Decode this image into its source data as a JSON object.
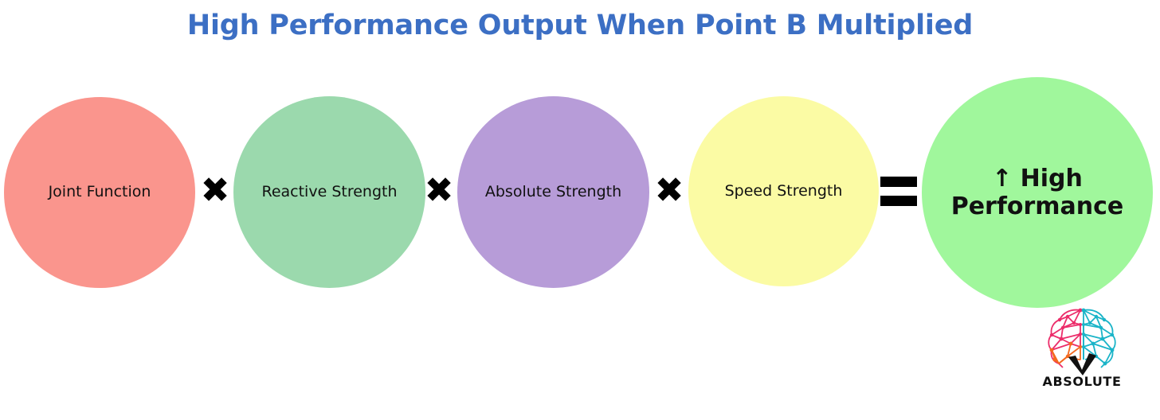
{
  "title": "High Performance Output When Point B Multiplied",
  "colors": {
    "title_blue": "#3c6fc4",
    "joint_function": "#fa958d",
    "reactive_strength": "#9bd9ad",
    "absolute_strength": "#b79cd8",
    "speed_strength": "#fbfba4",
    "high_performance": "#a0f79c",
    "operator_black": "#000000",
    "logo_pink": "#ec2d6a",
    "logo_orange": "#f4691f",
    "logo_teal": "#1ab4c8"
  },
  "equation": {
    "nodes": [
      {
        "id": "joint-function",
        "label": "Joint Function",
        "color": "#fa958d"
      },
      {
        "id": "reactive-strength",
        "label": "Reactive Strength",
        "color": "#9bd9ad"
      },
      {
        "id": "absolute-strength",
        "label": "Absolute Strength",
        "color": "#b79cd8"
      },
      {
        "id": "speed-strength",
        "label": "Speed Strength",
        "color": "#fbfba4"
      },
      {
        "id": "high-performance",
        "label": "↑ High\nPerformance",
        "color": "#a0f79c"
      }
    ],
    "operators": [
      {
        "id": "multiply-1",
        "symbol": "✖",
        "name": "multiplication-sign"
      },
      {
        "id": "multiply-2",
        "symbol": "✖",
        "name": "multiplication-sign"
      },
      {
        "id": "multiply-3",
        "symbol": "✖",
        "name": "multiplication-sign"
      },
      {
        "id": "equals-1",
        "symbol": "=",
        "name": "equals-sign"
      }
    ]
  },
  "logo": {
    "wordmark": "ABSOLUTE",
    "icon": "brain-network-icon"
  }
}
